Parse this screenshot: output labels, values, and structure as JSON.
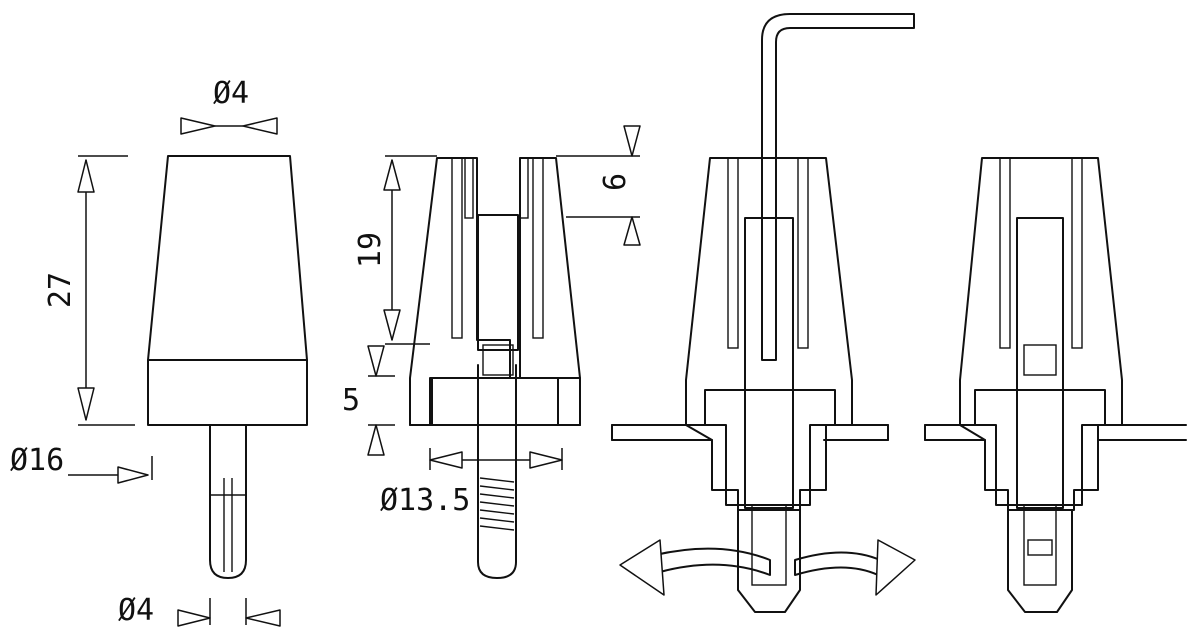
{
  "dimensions": {
    "top_diameter": "Ø4",
    "height_27": "27",
    "base_diameter": "Ø16",
    "pin_diameter": "Ø4",
    "depth_19": "19",
    "slot_6": "6",
    "collar_5": "5",
    "bore_diameter": "Ø13.5"
  },
  "colors": {
    "body_fill": "#d3d3d3",
    "line": "#111111",
    "background": "#ffffff"
  }
}
